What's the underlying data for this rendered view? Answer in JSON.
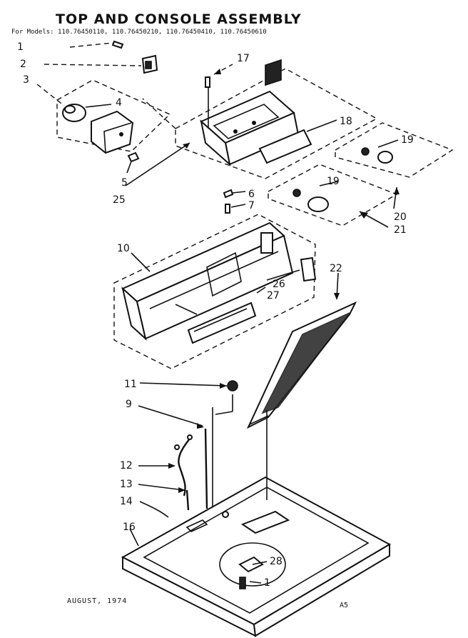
{
  "title": "TOP AND CONSOLE ASSEMBLY",
  "models_line": "For Models: 110.76450110, 110.76450210, 110.76450410, 110.76450610",
  "footer": {
    "date": "AUGUST, 1974",
    "code": "A5"
  },
  "callouts": {
    "c1a": "1",
    "c2": "2",
    "c3": "3",
    "c4": "4",
    "c5": "5",
    "c25": "25",
    "c17": "17",
    "c18": "18",
    "c19a": "19",
    "c19b": "19",
    "c20": "20",
    "c21": "21",
    "c6": "6",
    "c7": "7",
    "c10": "10",
    "c26": "26",
    "c27": "27",
    "c22": "22",
    "c11": "11",
    "c9": "9",
    "c12": "12",
    "c13": "13",
    "c14": "14",
    "c16": "16",
    "c28": "28",
    "c1b": "1"
  }
}
